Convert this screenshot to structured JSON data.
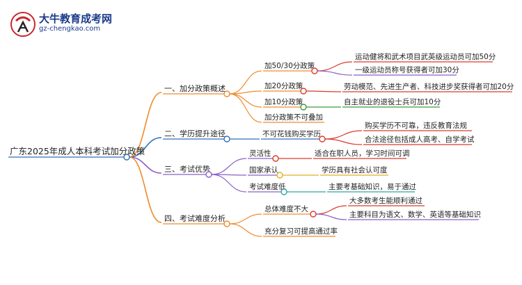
{
  "logo": {
    "title": "大牛教育成考网",
    "url": "gz-chengkao.com"
  },
  "colors": {
    "orange": "#f08a2c",
    "red": "#d93a2b",
    "purple": "#8b5fc6",
    "blue": "#2f6fb8",
    "green": "#3a9a3a",
    "yellow": "#e0b020",
    "teal": "#2aa7a0",
    "gray": "#777777"
  },
  "root": "广东2025年成人本科考试加分政策",
  "branches": [
    {
      "label": "一、加分政策概述",
      "children": [
        {
          "label": "加50/30分政策",
          "children": [
            "运动健将和武术项目武英级运动员可加50分",
            "一级运动员称号获得者可加30分"
          ]
        },
        {
          "label": "加20分政策",
          "children": [
            "劳动模范、先进生产者、科技进步奖获得者可加20分"
          ]
        },
        {
          "label": "加10分政策",
          "children": [
            "自主就业的退役士兵可加10分"
          ]
        },
        {
          "label": "加分政策不可叠加",
          "children": []
        }
      ]
    },
    {
      "label": "二、学历提升途径",
      "children": [
        {
          "label": "不可花钱购买学历",
          "children": [
            "购买学历不可靠，违反教育法规",
            "合法途径包括成人高考、自学考试"
          ]
        }
      ]
    },
    {
      "label": "三、考试优势",
      "children": [
        {
          "label": "灵活性",
          "children": [
            "适合在职人员，学习时间可调"
          ]
        },
        {
          "label": "国家承认",
          "children": [
            "学历具有社会认可度"
          ]
        },
        {
          "label": "考试难度低",
          "children": [
            "主要考基础知识，易于通过"
          ]
        }
      ]
    },
    {
      "label": "四、考试难度分析",
      "children": [
        {
          "label": "总体难度不大",
          "children": [
            "大多数考生能顺利通过",
            "主要科目为语文、数学、英语等基础知识"
          ]
        },
        {
          "label": "充分复习可提高通过率",
          "children": []
        }
      ]
    }
  ]
}
